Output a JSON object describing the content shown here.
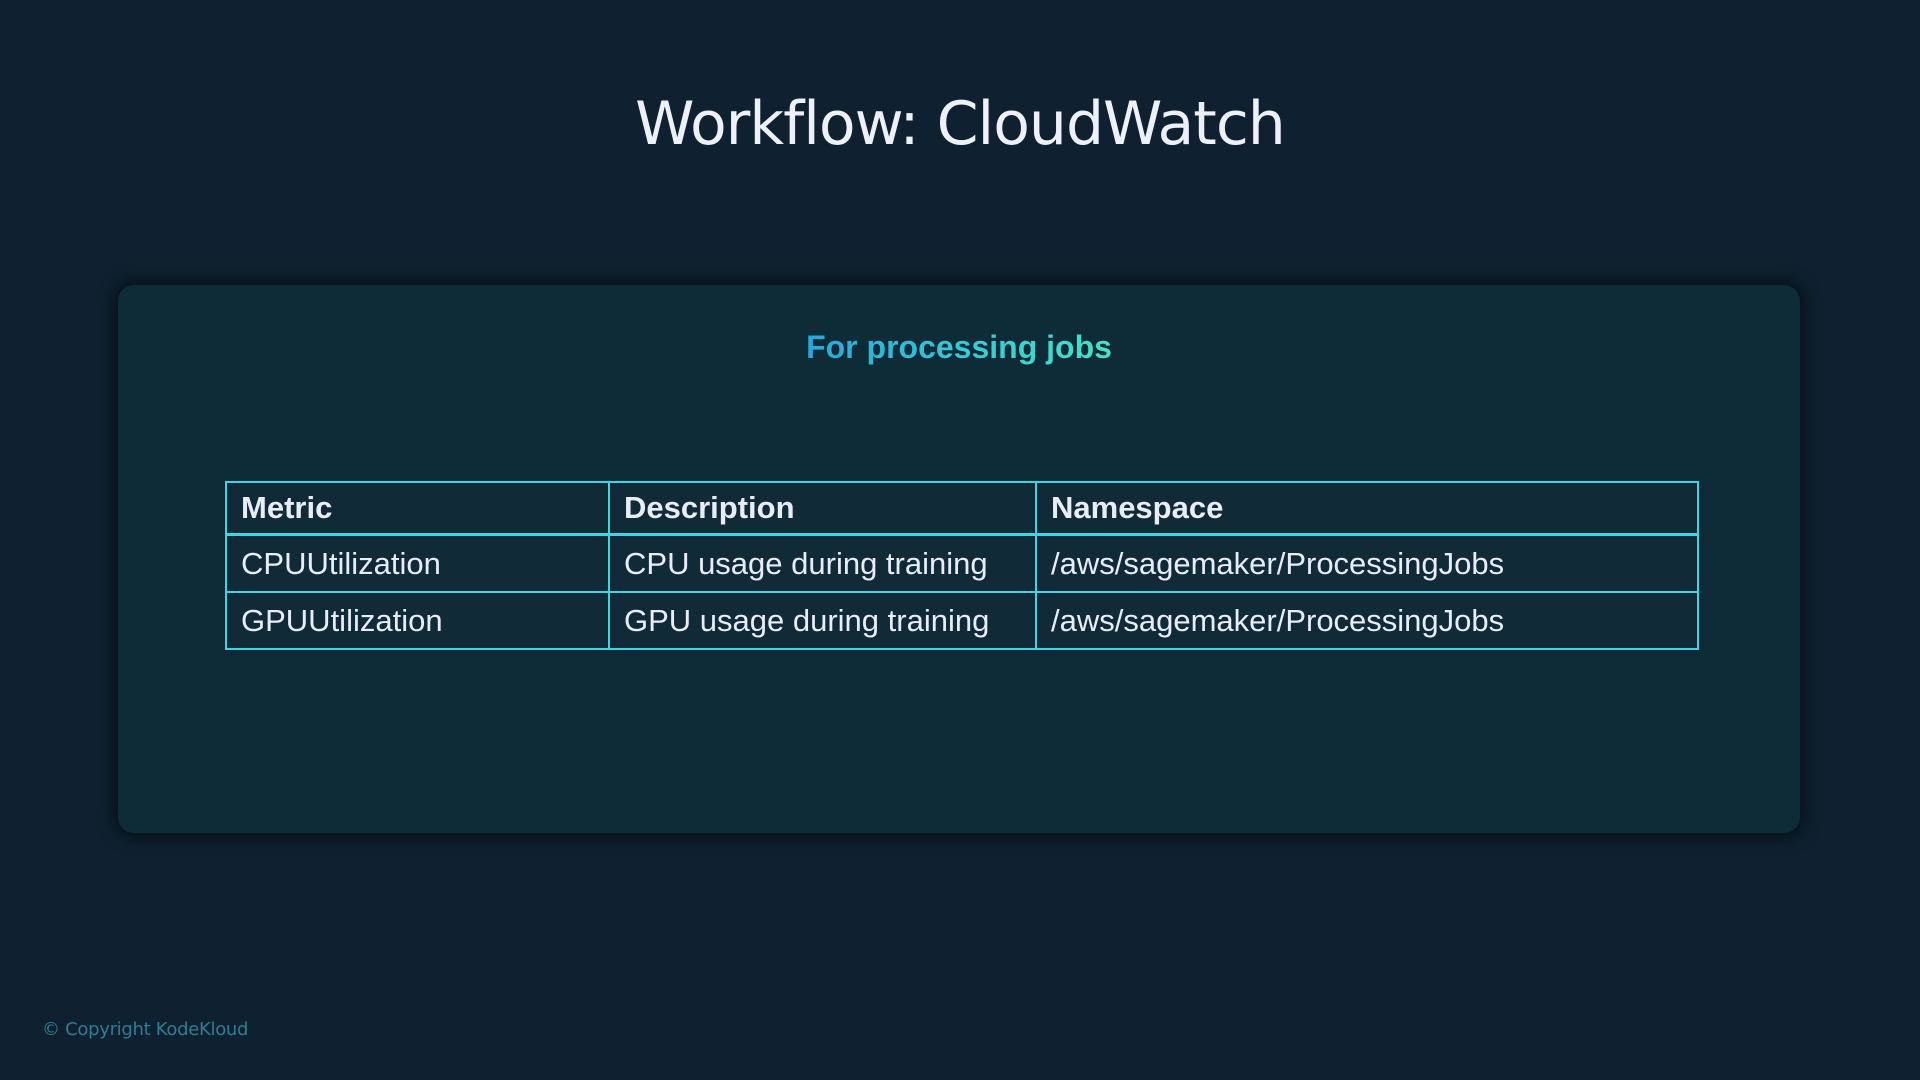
{
  "slide": {
    "title": "Workflow: CloudWatch",
    "subtitle": "For processing jobs",
    "copyright": "© Copyright KodeKloud"
  },
  "table": {
    "headers": [
      "Metric",
      "Description",
      "Namespace"
    ],
    "rows": [
      [
        "CPUUtilization",
        "CPU usage during training",
        "/aws/sagemaker/ProcessingJobs"
      ],
      [
        "GPUUtilization",
        "GPU usage during training",
        "/aws/sagemaker/ProcessingJobs"
      ]
    ]
  },
  "colors": {
    "background": "#0f2130",
    "panel": "#0e2b38",
    "table_border": "#3fd6e4",
    "subtitle_gradient_start": "#2aa6d9",
    "subtitle_gradient_end": "#45e3c6",
    "text": "#e9ecf9",
    "copyright": "#2f7d92"
  }
}
